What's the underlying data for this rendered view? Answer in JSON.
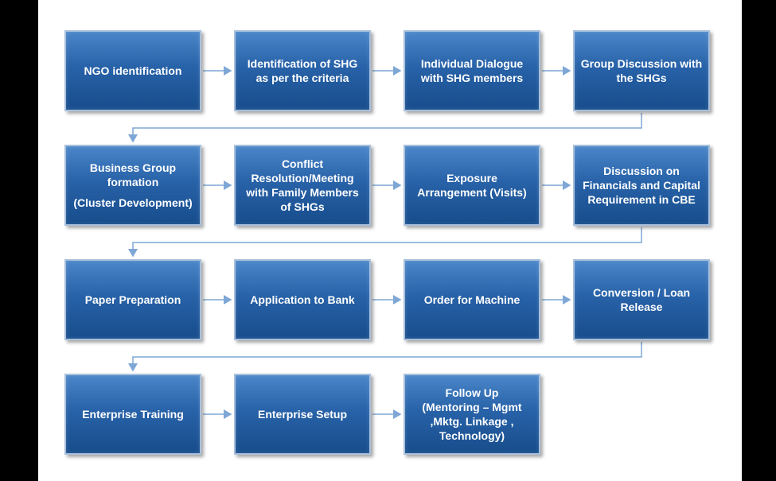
{
  "steps": {
    "ngo_identification": "NGO identification",
    "identification_shg": [
      "Identification of SHG",
      "as per the criteria"
    ],
    "individual_dialogue": [
      "Individual Dialogue",
      "with SHG members"
    ],
    "group_discussion": [
      "Group Discussion with",
      "the SHGs"
    ],
    "business_group": [
      "Business Group",
      "formation"
    ],
    "business_group_sub": "(Cluster Development)",
    "conflict_resolution": [
      "Conflict",
      "Resolution/Meeting",
      "with Family Members",
      "of SHGs"
    ],
    "exposure": [
      "Exposure",
      "Arrangement (Visits)"
    ],
    "discussion_financials": [
      "Discussion on",
      "Financials and Capital",
      "Requirement in CBE"
    ],
    "paper_preparation": "Paper Preparation",
    "application_bank": "Application to Bank",
    "order_machine": "Order for Machine",
    "conversion_loan": [
      "Conversion / Loan",
      "Release"
    ],
    "enterprise_training": "Enterprise Training",
    "enterprise_setup": "Enterprise Setup",
    "follow_up": [
      "Follow Up",
      "(Mentoring – Mgmt",
      ",Mktg. Linkage ,",
      "Technology)"
    ]
  },
  "colors": {
    "box_top": "#4a86c9",
    "box_bottom": "#174d8c",
    "box_border": "#a9c0dc",
    "connector": "#7fa7d6"
  }
}
